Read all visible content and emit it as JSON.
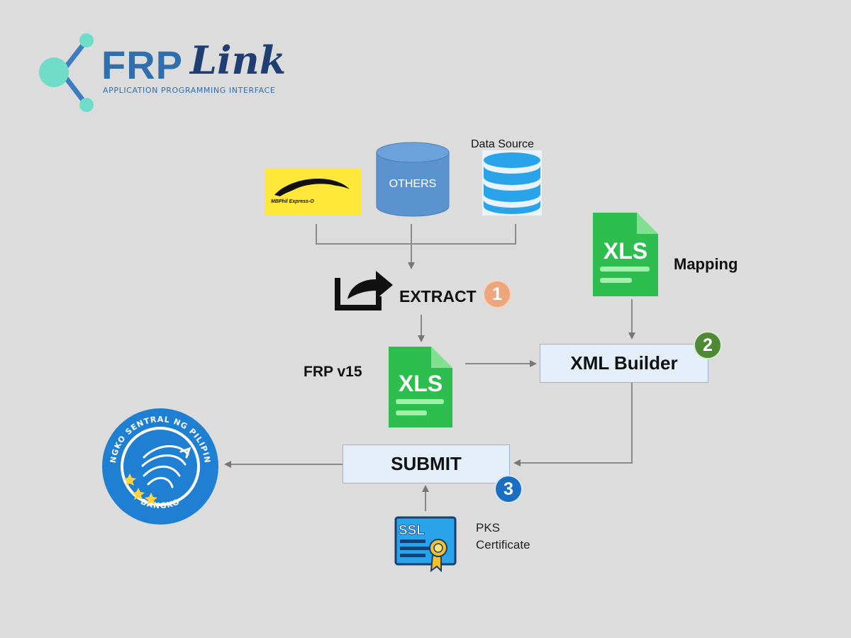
{
  "header": {
    "logo_title": "FRP",
    "logo_script": "Link",
    "logo_subtitle": "APPLICATION PROGRAMMING INTERFACE"
  },
  "sources": {
    "mbphil_label": "MBPhil Express-O",
    "others_label": "OTHERS",
    "data_source_label": "Data Source"
  },
  "steps": {
    "extract_label": "EXTRACT",
    "extract_number": "1",
    "xml_builder_label": "XML Builder",
    "xml_builder_number": "2",
    "submit_label": "SUBMIT",
    "submit_number": "3"
  },
  "files": {
    "mapping_label": "Mapping",
    "frp_label": "FRP v15",
    "xls_text": "XLS"
  },
  "certificate": {
    "ssl_text": "SSL",
    "line1": "PKS",
    "line2": "Certificate"
  },
  "bank_seal": {
    "top_text": "BANGKO SENTRAL NG PILIPINAS",
    "bottom_text": "BANGKO"
  },
  "colors": {
    "background": "#dcdcdc",
    "logo_blue": "#2f6fae",
    "logo_teal": "#6fdcc8",
    "mbphil_yellow": "#ffe83a",
    "others_blue": "#5b93cf",
    "xls_green": "#2ebd4f",
    "box_fill": "#e3eef9",
    "step1": "#eda57c",
    "step2": "#4e8a35",
    "step3": "#1b6fc1",
    "seal_blue": "#1e7fd3"
  }
}
